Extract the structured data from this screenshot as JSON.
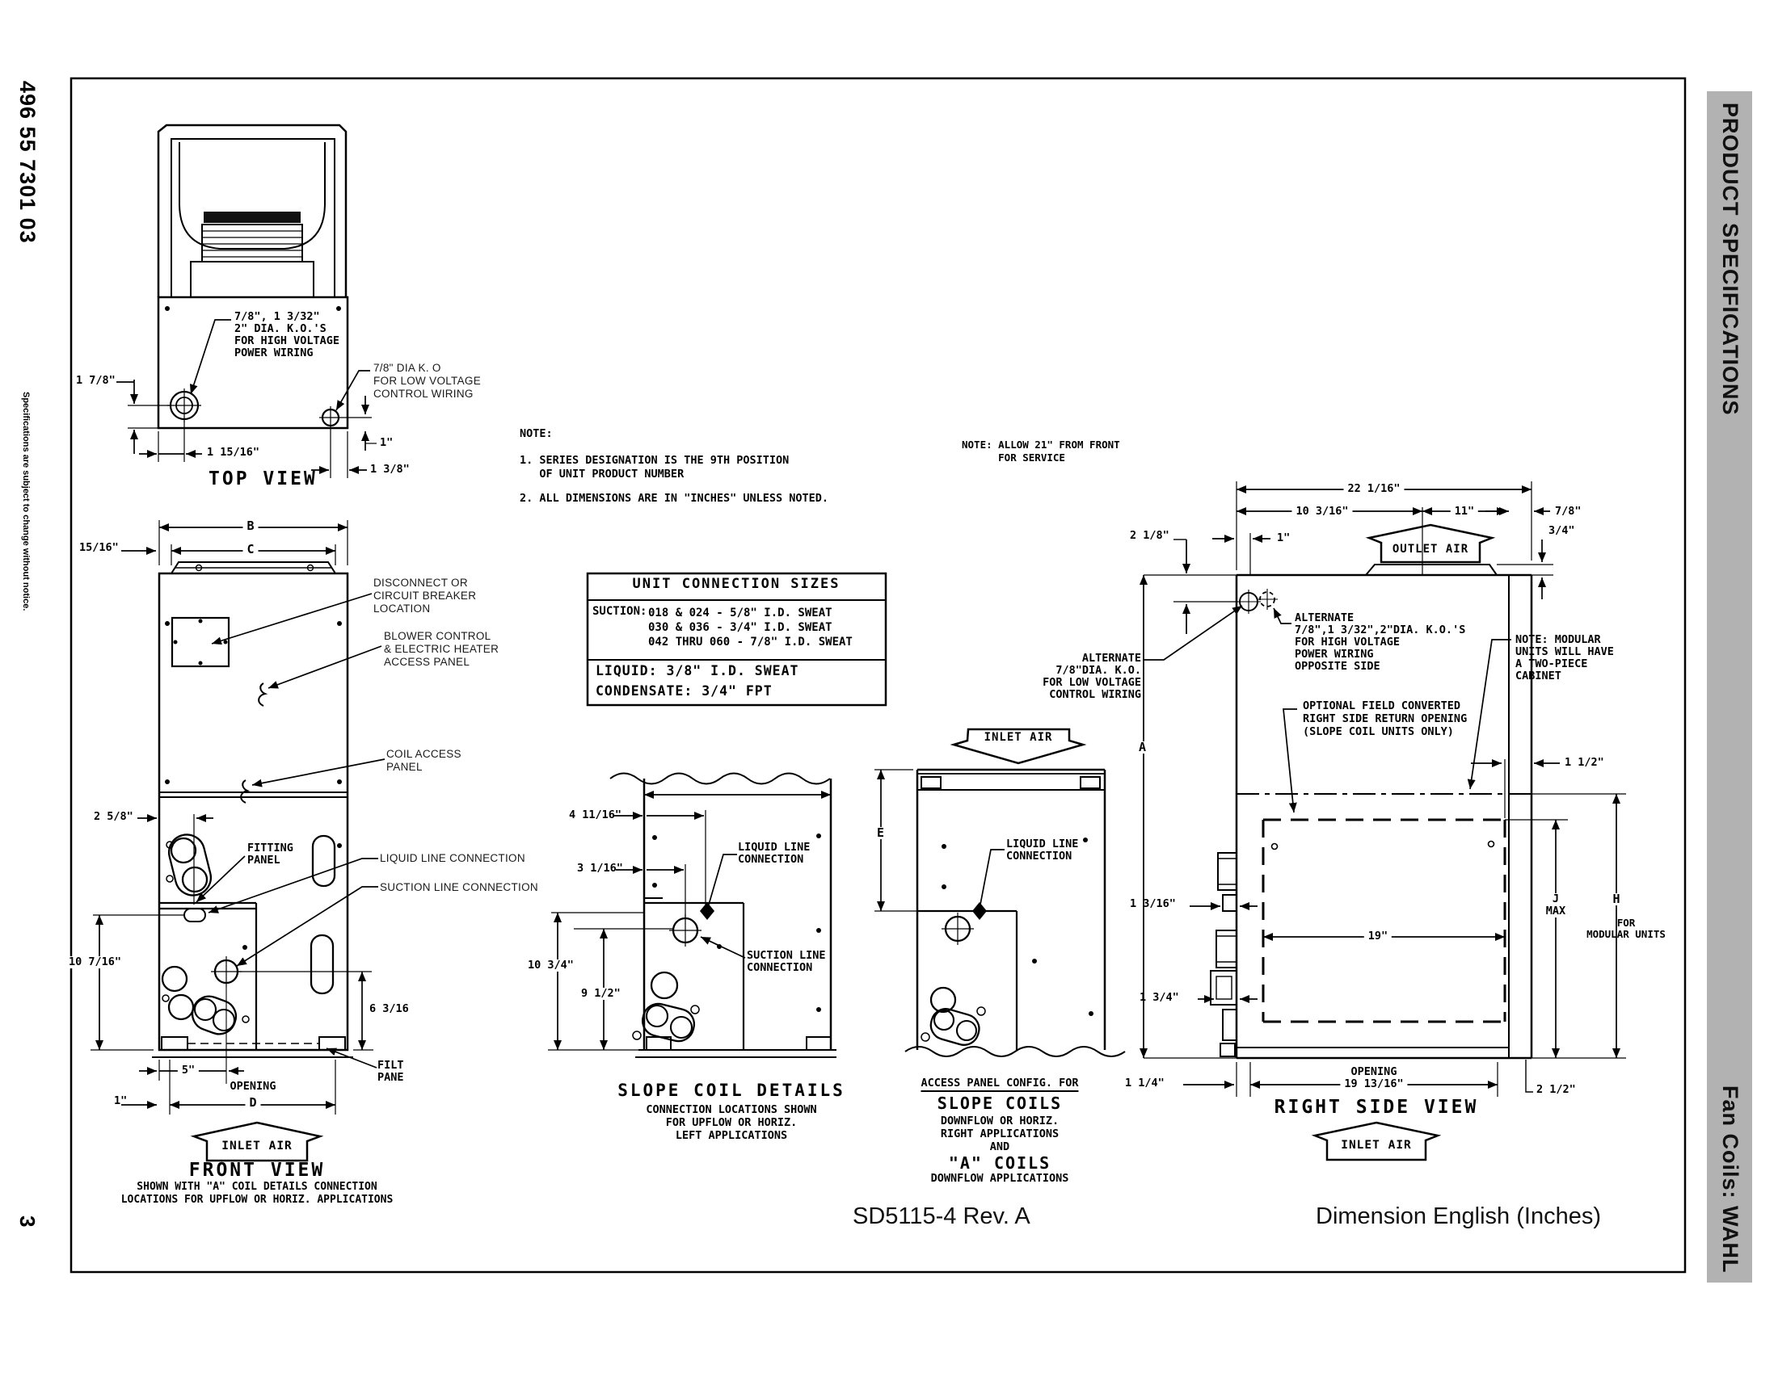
{
  "margins": {
    "part_number": "496 55 7301 03",
    "disclaimer": "Specifications are subject to change without notice.",
    "page_number": "3"
  },
  "sidebar": {
    "top_label": "PRODUCT SPECIFICATIONS",
    "bottom_label": "Fan Coils: WAHL"
  },
  "footer": {
    "doc_number": "SD5115-4  Rev. A",
    "dimension_system": "Dimension English (Inches)"
  },
  "notes": {
    "heading": "NOTE:",
    "note1": "1. SERIES DESIGNATION IS THE 9TH POSITION\n   OF UNIT PRODUCT NUMBER",
    "note2": "2. ALL DIMENSIONS ARE IN \"INCHES\" UNLESS NOTED.",
    "service_note": "NOTE: ALLOW 21\" FROM FRONT\n      FOR SERVICE"
  },
  "connection_table": {
    "title": "UNIT CONNECTION SIZES",
    "suction_label": "SUCTION:",
    "suction_lines": "018 & 024 - 5/8\" I.D. SWEAT\n030 & 036 - 3/4\" I.D. SWEAT\n042 THRU 060 - 7/8\" I.D. SWEAT",
    "liquid": "LIQUID: 3/8\" I.D. SWEAT",
    "condensate": "CONDENSATE: 3/4\" FPT"
  },
  "top_view": {
    "title": "TOP VIEW",
    "hv_knockout_label": "7/8\", 1 3/32\"\n2\" DIA. K.O.'S\nFOR HIGH VOLTAGE\nPOWER WIRING",
    "lv_knockout_label": "7/8\" DIA K. O\nFOR LOW VOLTAGE\nCONTROL WIRING",
    "dim_1_7_8": "1 7/8\"",
    "dim_1_15_16": "1 15/16\"",
    "dim_1": "1\"",
    "dim_1_3_8": "1 3/8\""
  },
  "front_view": {
    "title": "FRONT VIEW",
    "subtitle": "SHOWN WITH \"A\" COIL DETAILS CONNECTION\nLOCATIONS FOR UPFLOW OR HORIZ. APPLICATIONS",
    "dim_b": "B",
    "dim_c": "C",
    "dim_15_16": "15/16\"",
    "dim_2_5_8": "2 5/8\"",
    "dim_10_7_16": "10 7/16\"",
    "dim_6_3_16": "6 3/16",
    "dim_5": "5\"",
    "opening_label": "OPENING",
    "dim_d": "D",
    "dim_1": "1\"",
    "disconnect_label": "DISCONNECT OR\nCIRCUIT BREAKER\nLOCATION",
    "blower_label": "BLOWER CONTROL\n& ELECTRIC HEATER\nACCESS PANEL",
    "coil_access_label": "COIL ACCESS\nPANEL",
    "fitting_panel_label": "FITTING\nPANEL",
    "liquid_label": "LIQUID LINE CONNECTION",
    "suction_label": "SUCTION LINE CONNECTION",
    "filter_label": "FILT\nPANE",
    "inlet_air": "INLET AIR"
  },
  "slope_view": {
    "title": "SLOPE COIL DETAILS",
    "subtitle": "CONNECTION LOCATIONS SHOWN\nFOR UPFLOW OR HORIZ.\nLEFT APPLICATIONS",
    "dim_4_11_16": "4 11/16\"",
    "dim_3_1_16": "3 1/16\"",
    "dim_10_3_4": "10 3/4\"",
    "dim_9_1_2": "9 1/2\"",
    "liquid_label": "LIQUID LINE\nCONNECTION",
    "suction_label": "SUCTION LINE\nCONNECTION"
  },
  "access_view": {
    "inlet_air": "INLET AIR",
    "dim_e": "E",
    "liquid_label": "LIQUID LINE\nCONNECTION",
    "caption_heading": "ACCESS PANEL CONFIG. FOR",
    "caption_line1": "SLOPE COILS",
    "caption_line2": "DOWNFLOW OR HORIZ.",
    "caption_line3": "RIGHT APPLICATIONS",
    "caption_line4": "AND",
    "caption_line5": "\"A\" COILS",
    "caption_line6": "DOWNFLOW APPLICATIONS"
  },
  "right_view": {
    "title": "RIGHT SIDE VIEW",
    "outlet_air": "OUTLET AIR",
    "inlet_air": "INLET AIR",
    "dim_22_1_16": "22 1/16\"",
    "dim_10_3_16": "10 3/16\"",
    "dim_11": "11\"",
    "dim_7_8": "7/8\"",
    "dim_1": "1\"",
    "dim_2_1_8": "2 1/8\"",
    "dim_3_4": "3/4\"",
    "dim_a": "A",
    "dim_1_1_2": "1 1/2\"",
    "dim_19": "19\"",
    "dim_j": "J\nMAX",
    "dim_h": "H",
    "h_sub": "FOR\nMODULAR UNITS",
    "dim_1_3_16": "1 3/16\"",
    "dim_1_3_4": "1 3/4\"",
    "dim_1_1_4": "1 1/4\"",
    "opening_dim": "OPENING\n19 13/16\"",
    "dim_2_1_2": "2 1/2\"",
    "alt_hv_label": "ALTERNATE\n7/8\",1 3/32\",2\"DIA. K.O.'S\nFOR HIGH VOLTAGE\nPOWER WIRING\nOPPOSITE SIDE",
    "alt_lv_label": "ALTERNATE\n7/8\"DIA. K.O.\nFOR LOW VOLTAGE\nCONTROL WIRING",
    "modular_note": "NOTE: MODULAR\nUNITS WILL HAVE\nA TWO-PIECE\nCABINET",
    "return_note": "OPTIONAL FIELD CONVERTED\nRIGHT SIDE RETURN OPENING\n(SLOPE COIL UNITS ONLY)"
  }
}
